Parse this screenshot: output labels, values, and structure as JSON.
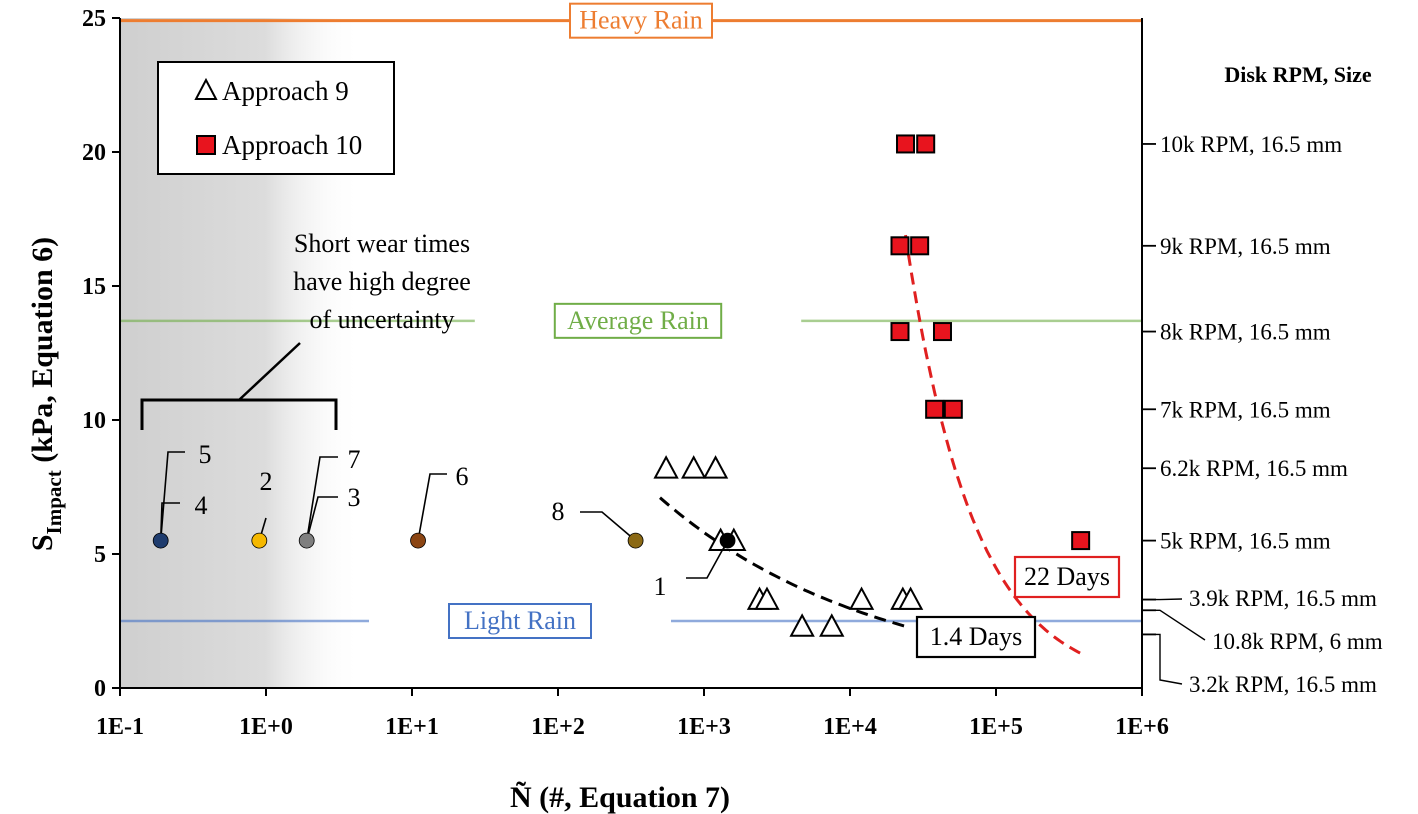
{
  "chart_data": {
    "type": "scatter",
    "xlabel": "Ñ (#, Equation 7)",
    "ylabel_main": "S",
    "ylabel_sub": "Impact",
    "ylabel_rest": " (kPa, Equation 6)",
    "x_scale": "log",
    "xlim": [
      0.1,
      1000000
    ],
    "ylim": [
      0,
      25
    ],
    "x_ticks": [
      {
        "value": 0.1,
        "label": "1E-1"
      },
      {
        "value": 1,
        "label": "1E+0"
      },
      {
        "value": 10,
        "label": "1E+1"
      },
      {
        "value": 100,
        "label": "1E+2"
      },
      {
        "value": 1000,
        "label": "1E+3"
      },
      {
        "value": 10000,
        "label": "1E+4"
      },
      {
        "value": 100000,
        "label": "1E+5"
      },
      {
        "value": 1000000,
        "label": "1E+6"
      }
    ],
    "y_ticks": [
      {
        "value": 0,
        "label": "0"
      },
      {
        "value": 5,
        "label": "5"
      },
      {
        "value": 10,
        "label": "10"
      },
      {
        "value": 15,
        "label": "15"
      },
      {
        "value": 20,
        "label": "20"
      },
      {
        "value": 25,
        "label": "25"
      }
    ],
    "right_axis": {
      "title": "Disk RPM, Size",
      "ticks": [
        {
          "value": 20.3,
          "label": "10k RPM, 16.5 mm"
        },
        {
          "value": 16.5,
          "label": "9k RPM, 16.5 mm"
        },
        {
          "value": 13.3,
          "label": "8k RPM, 16.5 mm"
        },
        {
          "value": 10.4,
          "label": "7k RPM, 16.5 mm"
        },
        {
          "value": 8.2,
          "label": "6.2k RPM, 16.5 mm"
        },
        {
          "value": 5.5,
          "label": "5k RPM, 16.5 mm"
        },
        {
          "value": 3.3,
          "label": "3.9k RPM, 16.5 mm"
        },
        {
          "value": 2.9,
          "label": "10.8k RPM, 6 mm"
        },
        {
          "value": 2.0,
          "label": "3.2k RPM, 16.5 mm"
        }
      ]
    },
    "reference_lines": [
      {
        "label": "Heavy Rain",
        "y": 24.9,
        "color": "#ed7d31"
      },
      {
        "label": "Average Rain",
        "y": 13.7,
        "color": "#70ad47"
      },
      {
        "label": "Light Rain",
        "y": 2.5,
        "color": "#4472c4"
      }
    ],
    "series": [
      {
        "name": "Approach 9",
        "marker": "triangle",
        "points": [
          {
            "x": 550,
            "y": 8.2
          },
          {
            "x": 850,
            "y": 8.2
          },
          {
            "x": 1200,
            "y": 8.2
          },
          {
            "x": 1300,
            "y": 5.5
          },
          {
            "x": 1600,
            "y": 5.5
          },
          {
            "x": 2400,
            "y": 3.3
          },
          {
            "x": 2700,
            "y": 3.3
          },
          {
            "x": 4700,
            "y": 2.3
          },
          {
            "x": 7500,
            "y": 2.3
          },
          {
            "x": 12000,
            "y": 3.3
          },
          {
            "x": 23000,
            "y": 3.3
          },
          {
            "x": 26000,
            "y": 3.3
          }
        ]
      },
      {
        "name": "Approach 10",
        "marker": "square",
        "points": [
          {
            "x": 24000,
            "y": 20.3
          },
          {
            "x": 33000,
            "y": 20.3
          },
          {
            "x": 22000,
            "y": 16.5
          },
          {
            "x": 30000,
            "y": 16.5
          },
          {
            "x": 22000,
            "y": 13.3
          },
          {
            "x": 43000,
            "y": 13.3
          },
          {
            "x": 38000,
            "y": 10.4
          },
          {
            "x": 51000,
            "y": 10.4
          },
          {
            "x": 380000,
            "y": 5.5
          }
        ]
      }
    ],
    "labeled_points": [
      {
        "x": 0.19,
        "y": 5.5,
        "color": "#1f3c6e"
      },
      {
        "x": 0.9,
        "y": 5.5,
        "color": "#f5b800"
      },
      {
        "x": 1.9,
        "y": 5.5,
        "color": "#7f7f7f"
      },
      {
        "x": 11,
        "y": 5.5,
        "color": "#8b4513"
      },
      {
        "x": 340,
        "y": 5.5,
        "color": "#8b6914"
      },
      {
        "x": 1450,
        "y": 5.5,
        "color": "#000000"
      }
    ],
    "point_labels": [
      "5",
      "4",
      "2",
      "7",
      "3",
      "6",
      "8",
      "1"
    ],
    "trend_lines": [
      {
        "name": "Approach 9 trend",
        "color": "#000000",
        "from_x": 500,
        "to_x": 25000,
        "a": 7.1,
        "b": 500,
        "k": -0.291,
        "end_label": "1.4 Days"
      },
      {
        "name": "Approach 10 trend",
        "color": "#e02020",
        "from_x": 24000,
        "to_x": 380000,
        "a": 16.9,
        "b": 24000,
        "k": -0.93,
        "end_label": "22 Days"
      }
    ],
    "shaded_region": {
      "from_x": 0.1,
      "to_x": 4.5,
      "color": "#cfcfcf"
    },
    "annotation": {
      "lines": [
        "Short wear times",
        "have high degree",
        "of uncertainty"
      ]
    },
    "legend": {
      "placement": "top-left",
      "entries": [
        "Approach 9",
        "Approach 10"
      ]
    }
  }
}
